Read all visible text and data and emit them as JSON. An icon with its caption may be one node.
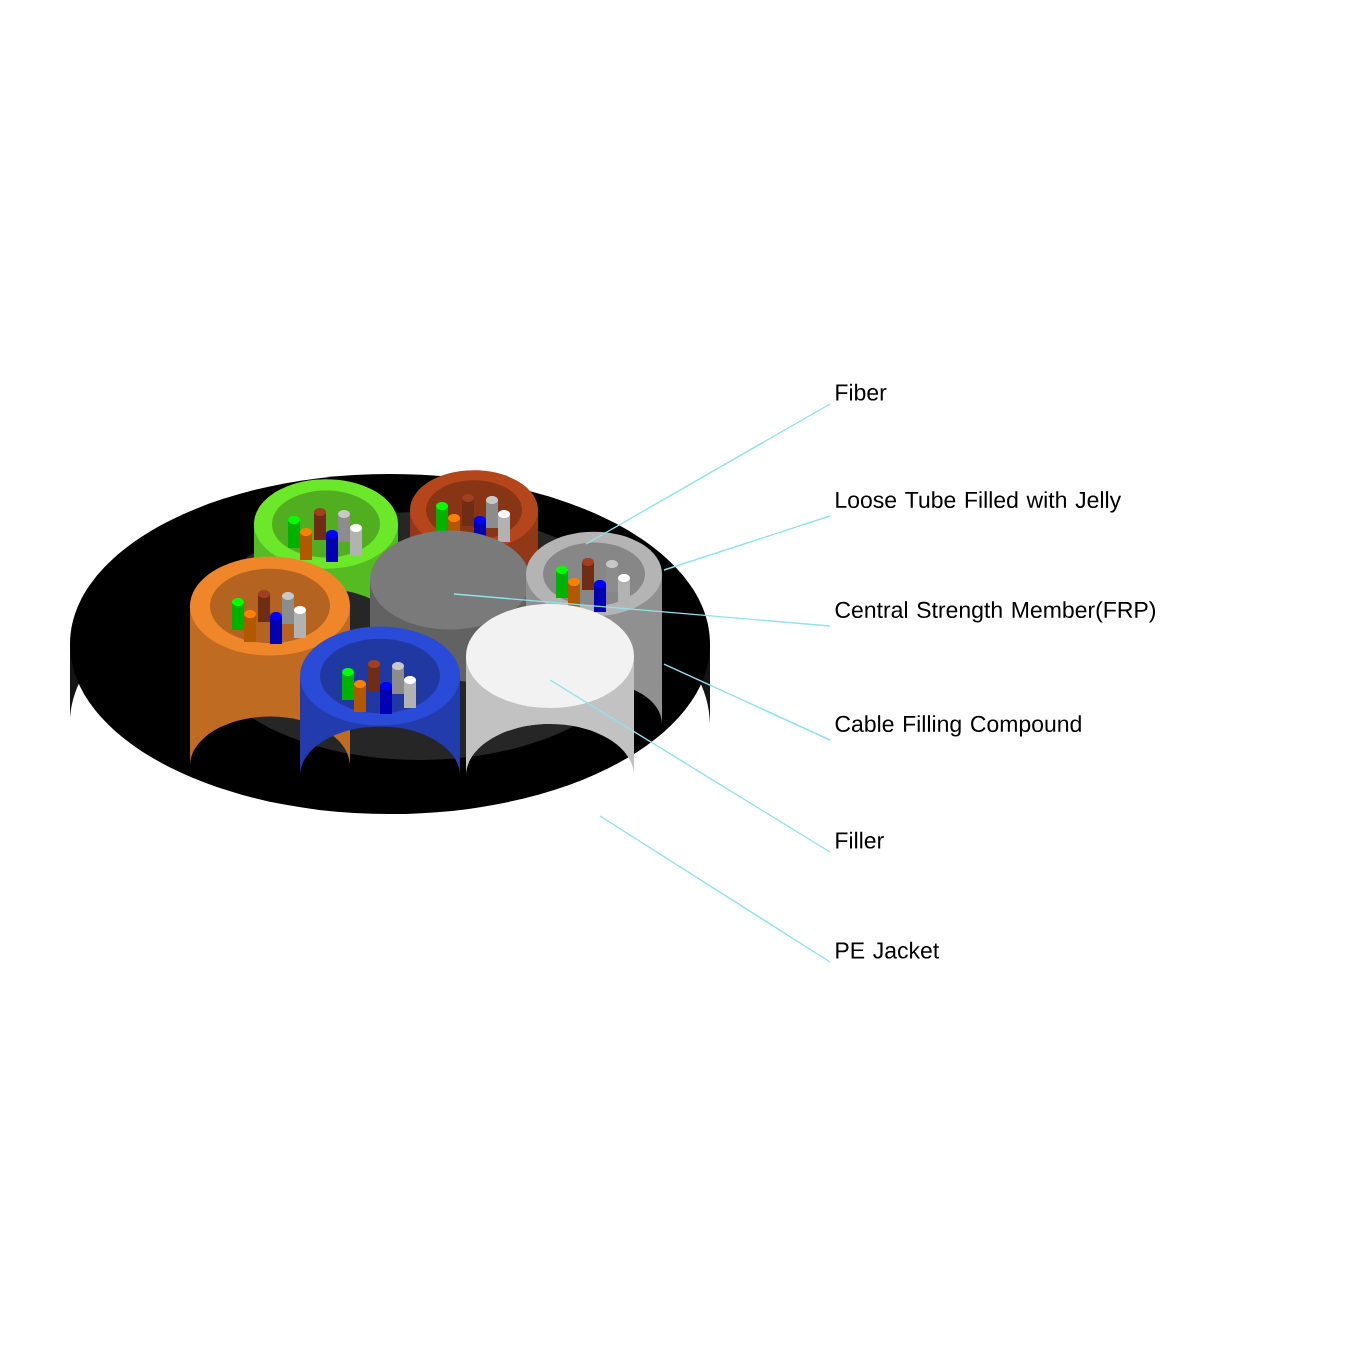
{
  "diagram": {
    "nodes": [
      {
        "text": [
          "Fiber"
        ]
      },
      {
        "text": [
          "Loose Tube Filled with Jelly"
        ]
      },
      {
        "text": [
          "Central Strength Member(FRP)"
        ]
      },
      {
        "text": [
          "Cable Filling Compound"
        ]
      },
      {
        "text": [
          "Filler"
        ]
      },
      {
        "text": [
          "PE  Jacket"
        ]
      }
    ],
    "edges": [
      {
        "from": 0,
        "to": null,
        "arrow": "none"
      },
      {
        "from": 1,
        "to": null,
        "arrow": "none"
      },
      {
        "from": 2,
        "to": null,
        "arrow": "none"
      },
      {
        "from": 3,
        "to": null,
        "arrow": "none"
      },
      {
        "from": 4,
        "to": null,
        "arrow": "none"
      },
      {
        "from": 5,
        "to": null,
        "arrow": "none"
      }
    ]
  }
}
